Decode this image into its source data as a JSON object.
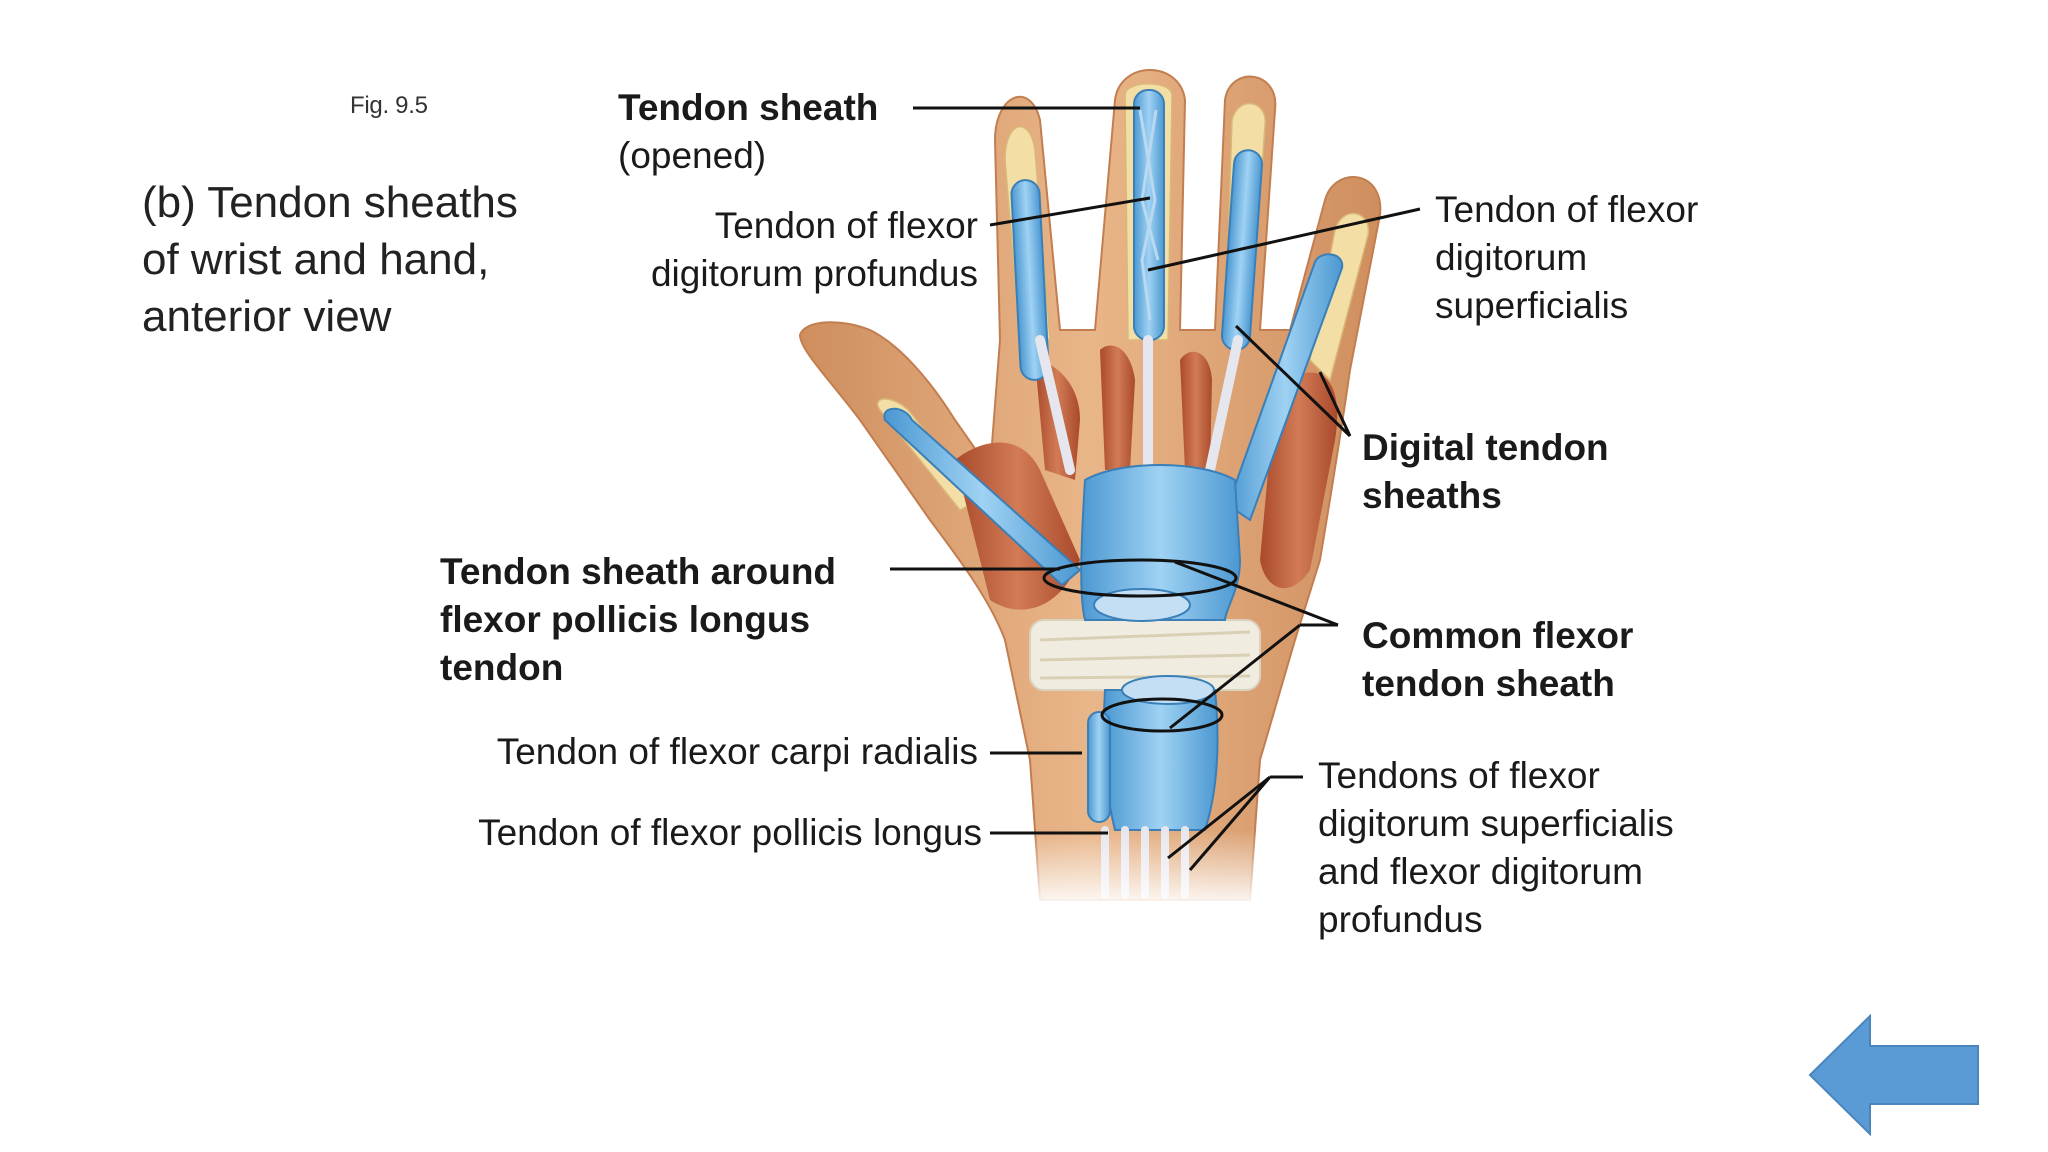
{
  "figure": {
    "number_label": "Fig. 9.5",
    "caption_lines": [
      "(b) Tendon sheaths",
      "of wrist and hand,",
      "anterior view"
    ]
  },
  "labels": {
    "tendon_sheath_opened": {
      "bold": "Tendon sheath",
      "normal": "(opened)"
    },
    "tendon_fdp": [
      "Tendon of flexor",
      "digitorum profundus"
    ],
    "tendon_fds": [
      "Tendon of flexor",
      "digitorum",
      "superficialis"
    ],
    "digital_tendon_sheaths": [
      "Digital tendon",
      "sheaths"
    ],
    "sheath_fpl": [
      "Tendon sheath around",
      "flexor pollicis longus",
      "tendon"
    ],
    "common_flexor_sheath": [
      "Common flexor",
      "tendon sheath"
    ],
    "tendon_fcr": "Tendon of flexor carpi radialis",
    "tendon_fpl": "Tendon of flexor pollicis longus",
    "tendons_fds_fdp": [
      "Tendons of flexor",
      "digitorum superficialis",
      "and flexor digitorum",
      "profundus"
    ]
  },
  "navigation": {
    "back_icon": "left-arrow-icon",
    "color": "#5b9bd5"
  },
  "colors": {
    "skin": "#e0a577",
    "fat": "#f3dfa6",
    "muscle": "#c4653f",
    "sheath": "#6ab3e3",
    "tendon": "#e6e6ee",
    "retinaculum": "#f0ece0"
  }
}
